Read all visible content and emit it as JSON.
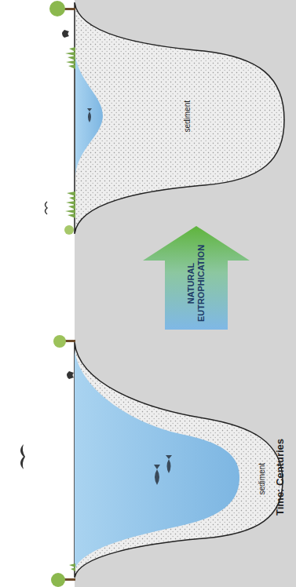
{
  "diagram": {
    "nodes": [
      {
        "text": [
          "NATURAL EUTROPHICATION"
        ]
      }
    ],
    "labels": [
      "sediment",
      "sediment",
      "Time: Centuries"
    ]
  }
}
